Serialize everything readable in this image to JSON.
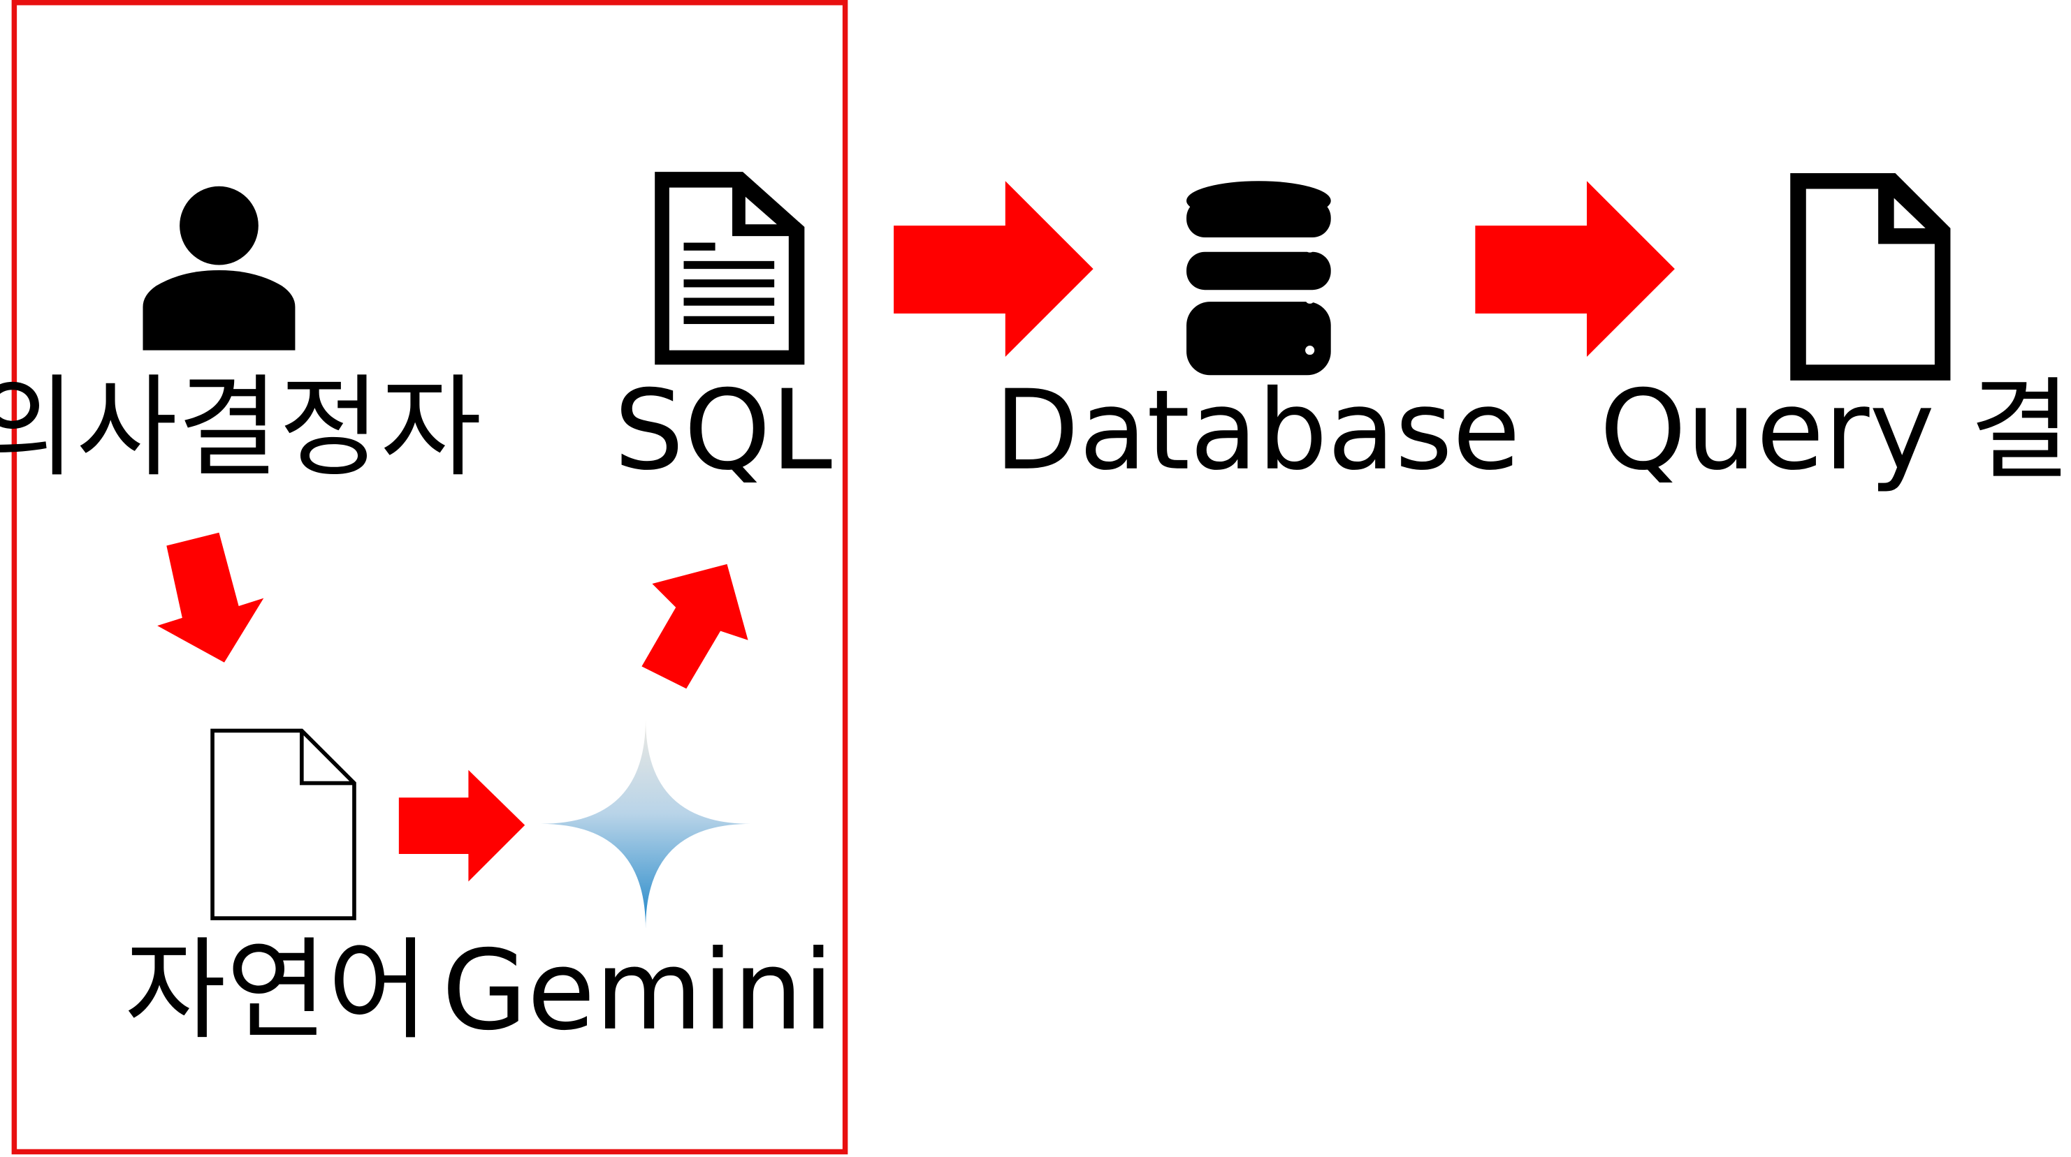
{
  "colors": {
    "arrow": "#ff0000",
    "frame": "#e81010",
    "ink": "#000000",
    "gemini_top": "#ece9e2",
    "gemini_bottom": "#1f86c8"
  },
  "icons": {
    "user": "person-icon",
    "sql": "sql-document-icon",
    "natural_language": "blank-document-icon",
    "gemini": "gemini-sparkle-icon",
    "database": "database-icon",
    "result": "result-document-icon"
  },
  "nodes": {
    "decision_maker": "의사결정자",
    "sql": "SQL",
    "natural_language": "자연어",
    "gemini": "Gemini",
    "database": "Database",
    "query_result": "Query 결과"
  }
}
